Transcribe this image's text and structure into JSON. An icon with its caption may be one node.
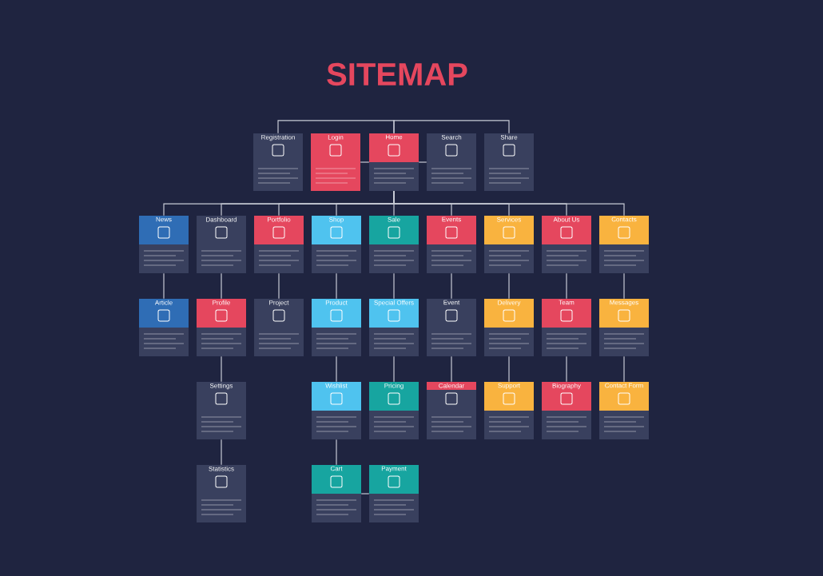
{
  "diagram": {
    "title": "SITEMAP",
    "nodes": [
      {
        "text": [
          "Registration"
        ]
      },
      {
        "text": [
          "Login"
        ]
      },
      {
        "text": [
          "Home"
        ]
      },
      {
        "text": [
          "Search"
        ]
      },
      {
        "text": [
          "Share"
        ]
      },
      {
        "text": [
          "News"
        ]
      },
      {
        "text": [
          "Dashboard"
        ]
      },
      {
        "text": [
          "Portfolio"
        ]
      },
      {
        "text": [
          "Shop"
        ]
      },
      {
        "text": [
          "Sale"
        ]
      },
      {
        "text": [
          "Events"
        ]
      },
      {
        "text": [
          "Services"
        ]
      },
      {
        "text": [
          "About Us"
        ]
      },
      {
        "text": [
          "Contacts"
        ]
      },
      {
        "text": [
          "Article"
        ]
      },
      {
        "text": [
          "Profile"
        ]
      },
      {
        "text": [
          "Project"
        ]
      },
      {
        "text": [
          "Product"
        ]
      },
      {
        "text": [
          "Special Offers"
        ]
      },
      {
        "text": [
          "Event"
        ]
      },
      {
        "text": [
          "Delivery"
        ]
      },
      {
        "text": [
          "Team"
        ]
      },
      {
        "text": [
          "Messages"
        ]
      },
      {
        "text": [
          "Settings"
        ]
      },
      {
        "text": [
          "Wishlist"
        ]
      },
      {
        "text": [
          "Pricing"
        ]
      },
      {
        "text": [
          "Calendar"
        ]
      },
      {
        "text": [
          "Support"
        ]
      },
      {
        "text": [
          "Biography"
        ]
      },
      {
        "text": [
          "Contact Form"
        ]
      },
      {
        "text": [
          "Statistics"
        ]
      },
      {
        "text": [
          "Cart"
        ]
      },
      {
        "text": [
          "Payment"
        ]
      }
    ],
    "edges": [
      {
        "from": 2,
        "to": 0,
        "arrow": "none"
      },
      {
        "from": 2,
        "to": 4,
        "arrow": "none"
      },
      {
        "from": 2,
        "to": 1,
        "arrow": "none"
      },
      {
        "from": 2,
        "to": 3,
        "arrow": "none"
      },
      {
        "from": 2,
        "to": 5,
        "arrow": "none"
      },
      {
        "from": 2,
        "to": 6,
        "arrow": "none"
      },
      {
        "from": 2,
        "to": 7,
        "arrow": "none"
      },
      {
        "from": 2,
        "to": 8,
        "arrow": "none"
      },
      {
        "from": 2,
        "to": 9,
        "arrow": "none"
      },
      {
        "from": 2,
        "to": 10,
        "arrow": "none"
      },
      {
        "from": 2,
        "to": 11,
        "arrow": "none"
      },
      {
        "from": 2,
        "to": 12,
        "arrow": "none"
      },
      {
        "from": 2,
        "to": 13,
        "arrow": "none"
      },
      {
        "from": 5,
        "to": 14,
        "arrow": "none"
      },
      {
        "from": 6,
        "to": 15,
        "arrow": "none"
      },
      {
        "from": 7,
        "to": 16,
        "arrow": "none"
      },
      {
        "from": 8,
        "to": 17,
        "arrow": "none"
      },
      {
        "from": 9,
        "to": 18,
        "arrow": "none"
      },
      {
        "from": 10,
        "to": 19,
        "arrow": "none"
      },
      {
        "from": 11,
        "to": 20,
        "arrow": "none"
      },
      {
        "from": 12,
        "to": 21,
        "arrow": "none"
      },
      {
        "from": 13,
        "to": 22,
        "arrow": "none"
      },
      {
        "from": 15,
        "to": 23,
        "arrow": "none"
      },
      {
        "from": 17,
        "to": 24,
        "arrow": "none"
      },
      {
        "from": 18,
        "to": 25,
        "arrow": "none"
      },
      {
        "from": 19,
        "to": 26,
        "arrow": "none"
      },
      {
        "from": 20,
        "to": 27,
        "arrow": "none"
      },
      {
        "from": 21,
        "to": 28,
        "arrow": "none"
      },
      {
        "from": 22,
        "to": 29,
        "arrow": "none"
      },
      {
        "from": 23,
        "to": 30,
        "arrow": "none"
      },
      {
        "from": 24,
        "to": 31,
        "arrow": "none"
      },
      {
        "from": 31,
        "to": 32,
        "arrow": "none"
      }
    ]
  }
}
